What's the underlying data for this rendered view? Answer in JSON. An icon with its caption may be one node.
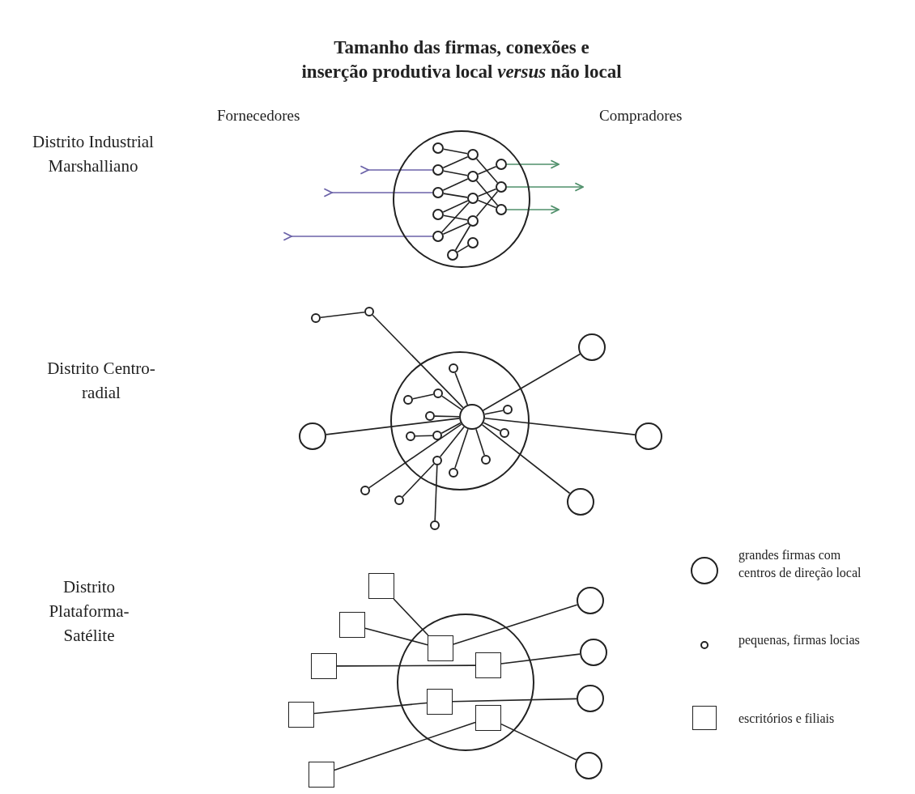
{
  "diagram": {
    "title": "Tamanho das firmas, conexões e inserção produtiva local *versus* não local",
    "nodes": [
      {
        "text": [],
        "shape": "circle"
      },
      {
        "text": [],
        "shape": "circle",
        "in": 0
      },
      {
        "text": [],
        "shape": "circle",
        "in": 0
      },
      {
        "text": [],
        "shape": "circle",
        "in": 0
      },
      {
        "text": [],
        "shape": "circle",
        "in": 0
      },
      {
        "text": [],
        "shape": "circle",
        "in": 0
      },
      {
        "text": [],
        "shape": "circle",
        "in": 0
      },
      {
        "text": [],
        "shape": "circle",
        "in": 0
      },
      {
        "text": [],
        "shape": "circle",
        "in": 0
      },
      {
        "text": [],
        "shape": "circle",
        "in": 0
      },
      {
        "text": [],
        "shape": "circle",
        "in": 0
      },
      {
        "text": [],
        "shape": "circle",
        "in": 0
      },
      {
        "text": [],
        "shape": "circle",
        "in": 0
      },
      {
        "text": [],
        "shape": "circle",
        "in": 0
      },
      {
        "text": [],
        "shape": "circle",
        "in": 0
      },
      {
        "text": [],
        "shape": "circle"
      },
      {
        "text": [],
        "shape": "circle"
      },
      {
        "text": [],
        "shape": "circle"
      },
      {
        "text": [],
        "shape": "circle",
        "in": 15
      },
      {
        "text": [],
        "shape": "circle",
        "in": 15
      },
      {
        "text": [],
        "shape": "circle",
        "in": 15
      },
      {
        "text": [],
        "shape": "circle",
        "in": 15
      },
      {
        "text": [],
        "shape": "circle",
        "in": 15
      },
      {
        "text": [],
        "shape": "circle",
        "in": 15
      },
      {
        "text": [],
        "shape": "circle",
        "in": 15
      },
      {
        "text": [],
        "shape": "circle",
        "in": 15
      },
      {
        "text": [],
        "shape": "circle",
        "in": 15
      },
      {
        "text": [],
        "shape": "circle",
        "in": 15
      },
      {
        "text": [],
        "shape": "circle",
        "in": 15
      },
      {
        "text": [],
        "shape": "circle",
        "in": 15
      },
      {
        "text": [],
        "shape": "circle"
      },
      {
        "text": [],
        "shape": "circle"
      },
      {
        "text": [],
        "shape": "circle"
      },
      {
        "text": [],
        "shape": "circle"
      },
      {
        "text": [],
        "shape": "circle"
      },
      {
        "text": [],
        "shape": "circle"
      },
      {
        "text": [],
        "shape": "circle"
      },
      {
        "text": [],
        "shape": "circle"
      },
      {
        "text": [],
        "shape": "box"
      },
      {
        "text": [],
        "shape": "box"
      },
      {
        "text": [],
        "shape": "box"
      },
      {
        "text": [],
        "shape": "box"
      },
      {
        "text": [],
        "shape": "box"
      },
      {
        "text": [],
        "shape": "box",
        "in": 37
      },
      {
        "text": [],
        "shape": "box",
        "in": 37
      },
      {
        "text": [],
        "shape": "box",
        "in": 37
      },
      {
        "text": [],
        "shape": "box",
        "in": 37
      },
      {
        "text": [],
        "shape": "circle"
      },
      {
        "text": [],
        "shape": "circle"
      },
      {
        "text": [],
        "shape": "circle"
      },
      {
        "text": [],
        "shape": "circle"
      }
    ],
    "edges": [
      {
        "from": 1,
        "to": 6,
        "arrow": "none"
      },
      {
        "from": 2,
        "to": 6,
        "arrow": "none"
      },
      {
        "from": 2,
        "to": 7,
        "arrow": "none"
      },
      {
        "from": 3,
        "to": 7,
        "arrow": "none"
      },
      {
        "from": 3,
        "to": 8,
        "arrow": "none"
      },
      {
        "from": 4,
        "to": 8,
        "arrow": "none"
      },
      {
        "from": 4,
        "to": 9,
        "arrow": "none"
      },
      {
        "from": 5,
        "to": 8,
        "arrow": "none"
      },
      {
        "from": 5,
        "to": 9,
        "arrow": "none"
      },
      {
        "from": 11,
        "to": 9,
        "arrow": "none"
      },
      {
        "from": 11,
        "to": 10,
        "arrow": "none"
      },
      {
        "from": 6,
        "to": 13,
        "arrow": "none"
      },
      {
        "from": 7,
        "to": 12,
        "arrow": "none"
      },
      {
        "from": 7,
        "to": 14,
        "arrow": "none"
      },
      {
        "from": 8,
        "to": 13,
        "arrow": "none"
      },
      {
        "from": 8,
        "to": 14,
        "arrow": "none"
      },
      {
        "from": 9,
        "to": 13,
        "arrow": "none"
      },
      {
        "from": null,
        "to": 2,
        "arrow": "other",
        "color": "#6b62a8"
      },
      {
        "from": null,
        "to": 3,
        "arrow": "other",
        "color": "#6b62a8"
      },
      {
        "from": null,
        "to": 5,
        "arrow": "other",
        "color": "#6b62a8"
      },
      {
        "from": 12,
        "to": null,
        "arrow": "to",
        "color": "#4f8f6a"
      },
      {
        "from": 13,
        "to": null,
        "arrow": "to",
        "color": "#4f8f6a"
      },
      {
        "from": 14,
        "to": null,
        "arrow": "to",
        "color": "#4f8f6a"
      },
      {
        "from": 16,
        "to": 17,
        "arrow": "none"
      },
      {
        "from": 17,
        "to": 24,
        "arrow": "none"
      },
      {
        "from": 18,
        "to": 24,
        "arrow": "none"
      },
      {
        "from": 19,
        "to": 20,
        "arrow": "none"
      },
      {
        "from": 20,
        "to": 24,
        "arrow": "none"
      },
      {
        "from": 21,
        "to": 24,
        "arrow": "none"
      },
      {
        "from": 22,
        "to": 23,
        "arrow": "none"
      },
      {
        "from": 23,
        "to": 24,
        "arrow": "none"
      },
      {
        "from": 25,
        "to": 24,
        "arrow": "none"
      },
      {
        "from": 26,
        "to": 24,
        "arrow": "none"
      },
      {
        "from": 27,
        "to": 24,
        "arrow": "none"
      },
      {
        "from": 28,
        "to": 24,
        "arrow": "none"
      },
      {
        "from": 29,
        "to": 24,
        "arrow": "none"
      },
      {
        "from": 30,
        "to": 24,
        "arrow": "none"
      },
      {
        "from": 31,
        "to": 27,
        "arrow": "none"
      },
      {
        "from": 32,
        "to": 27,
        "arrow": "none"
      },
      {
        "from": 33,
        "to": 24,
        "arrow": "none"
      },
      {
        "from": 34,
        "to": 24,
        "arrow": "none"
      },
      {
        "from": 35,
        "to": 24,
        "arrow": "none"
      },
      {
        "from": 36,
        "to": 24,
        "arrow": "none"
      },
      {
        "from": 38,
        "to": 43,
        "arrow": "none"
      },
      {
        "from": 39,
        "to": 43,
        "arrow": "none"
      },
      {
        "from": 40,
        "to": 44,
        "arrow": "none"
      },
      {
        "from": 41,
        "to": 45,
        "arrow": "none"
      },
      {
        "from": 42,
        "to": 46,
        "arrow": "none"
      },
      {
        "from": 43,
        "to": 47,
        "arrow": "none"
      },
      {
        "from": 44,
        "to": 48,
        "arrow": "none"
      },
      {
        "from": 45,
        "to": 49,
        "arrow": "none"
      },
      {
        "from": 46,
        "to": 50,
        "arrow": "none"
      }
    ],
    "labels": [
      "Fornecedores",
      "Compradores",
      "Distrito Industrial Marshalliano",
      "Distrito Centro-radial",
      "Distrito Plataforma-Satélite"
    ],
    "legend": [
      {
        "text": "grandes firmas com centros de direção local"
      },
      {
        "text": "pequenas, firmas locias"
      },
      {
        "text": "escritórios e filiais"
      }
    ]
  }
}
